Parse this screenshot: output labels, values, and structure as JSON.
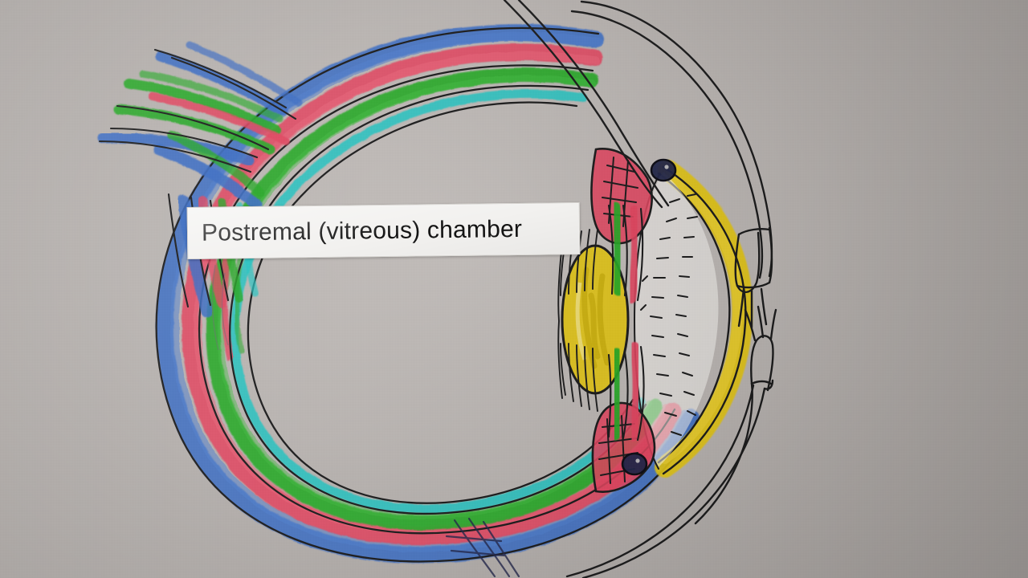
{
  "image": {
    "kind": "hand-drawn-diagram-photo",
    "subject": "Human eye cross-section, hand drawn with colored markers on white paper",
    "background_color": "#b3aeac",
    "paper_color": "#c0bbb8"
  },
  "label": {
    "text": "Postremal (vitreous) chamber",
    "box_background": "#f2f1ef",
    "text_color": "#141414",
    "border_color": "#d8d6d2"
  },
  "palette": {
    "sclera_blue": "#3a6cc2",
    "choroid_pink": "#e0445f",
    "retina_green": "#26a826",
    "inner_cyan": "#23c3c0",
    "cornea_lens_yellow": "#e0c318",
    "ink_black": "#1b1b1f",
    "sinus_navy": "#22264a"
  },
  "structures": [
    {
      "name": "sclera",
      "color_key": "sclera_blue",
      "note": "outermost blue layer of the globe"
    },
    {
      "name": "choroid",
      "color_key": "choroid_pink",
      "note": "pink/red vascular middle layer"
    },
    {
      "name": "retina",
      "color_key": "retina_green",
      "note": "green inner layer"
    },
    {
      "name": "inner-limiting-layer",
      "color_key": "inner_cyan",
      "note": "cyan innermost line"
    },
    {
      "name": "vitreous-chamber",
      "color_key": null,
      "note": "large empty white interior, labelled"
    },
    {
      "name": "optic-nerve",
      "color_key": null,
      "note": "layered bundle exiting upper-left"
    },
    {
      "name": "lens",
      "color_key": "cornea_lens_yellow",
      "note": "yellow oval at anterior pole"
    },
    {
      "name": "cornea",
      "color_key": "cornea_lens_yellow",
      "note": "thick yellow arc at far right of globe"
    },
    {
      "name": "anterior-chamber",
      "color_key": null,
      "note": "dashed aqueous humour between cornea and lens"
    },
    {
      "name": "ciliary-body",
      "color_key": "choroid_pink",
      "note": "pink hatched wedges above and below lens"
    },
    {
      "name": "suspensory-ligaments",
      "color_key": null,
      "note": "fine black zonule lines around lens"
    },
    {
      "name": "scleral-venous-sinus",
      "color_key": "sinus_navy",
      "note": "dark blobs at the iridocorneal angles"
    },
    {
      "name": "upper-eyelid",
      "color_key": "ink_black",
      "note": "black outline with lashes, upper right"
    },
    {
      "name": "lower-eyelid",
      "color_key": "ink_black",
      "note": "black outline with lashes, lower right"
    }
  ]
}
